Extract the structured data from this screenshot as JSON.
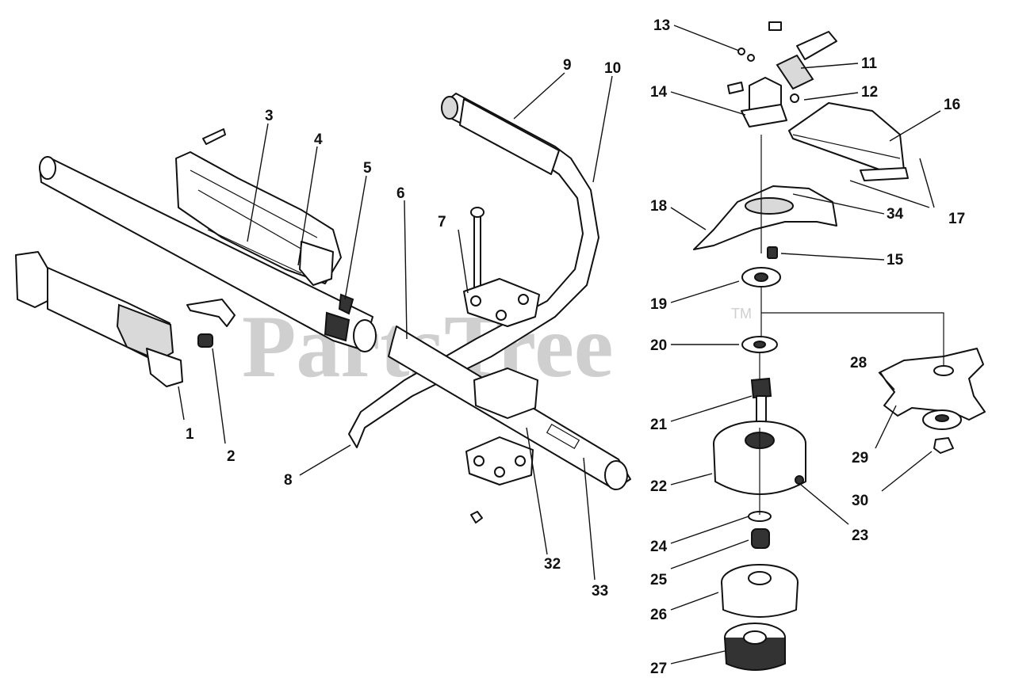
{
  "watermark": {
    "text": "PartsTree",
    "tm": "TM"
  },
  "labels": {
    "p1": "1",
    "p2": "2",
    "p3": "3",
    "p4": "4",
    "p5": "5",
    "p6": "6",
    "p7": "7",
    "p8": "8",
    "p9": "9",
    "p10": "10",
    "p11": "11",
    "p12": "12",
    "p13": "13",
    "p14": "14",
    "p15": "15",
    "p16": "16",
    "p17": "17",
    "p18": "18",
    "p19": "19",
    "p20": "20",
    "p21": "21",
    "p22": "22",
    "p23": "23",
    "p24": "24",
    "p25": "25",
    "p26": "26",
    "p27": "27",
    "p28": "28",
    "p29": "29",
    "p30": "30",
    "p32": "32",
    "p33": "33",
    "p34": "34"
  }
}
